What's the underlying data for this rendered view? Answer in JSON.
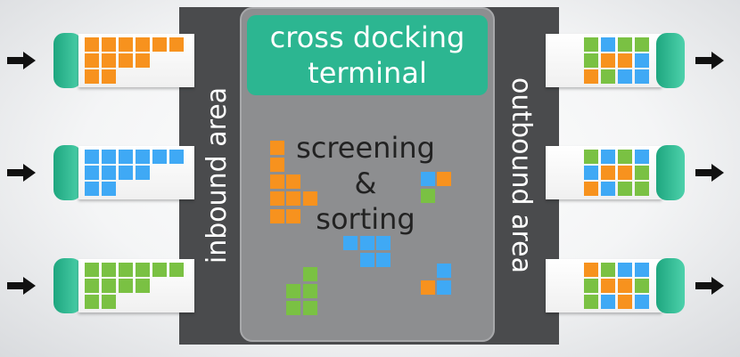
{
  "title": {
    "line1": "cross docking",
    "line2": "terminal"
  },
  "inbound_label": "inbound area",
  "outbound_label": "outbound area",
  "center_text": {
    "line1": "screening",
    "line2": "&",
    "line3": "sorting"
  },
  "colors": {
    "orange": "#f7921e",
    "blue": "#3fa9f5",
    "green": "#7ac143",
    "teal": "#2cb691",
    "dark_gray": "#4a4b4d",
    "terminal_gray": "#8d8e90"
  },
  "icons": [
    "arrow-right-icon"
  ],
  "inbound_trucks": [
    {
      "name": "inbound-truck-orange",
      "cargo": [
        "orange",
        "orange",
        "orange",
        "orange",
        "orange",
        "orange",
        "orange",
        "orange",
        "orange",
        "orange",
        "orange",
        "orange"
      ]
    },
    {
      "name": "inbound-truck-blue",
      "cargo": [
        "blue",
        "blue",
        "blue",
        "blue",
        "blue",
        "blue",
        "blue",
        "blue",
        "blue",
        "blue",
        "blue",
        "blue"
      ]
    },
    {
      "name": "inbound-truck-green",
      "cargo": [
        "green",
        "green",
        "green",
        "green",
        "green",
        "green",
        "green",
        "green",
        "green",
        "green",
        "green",
        "green"
      ]
    }
  ],
  "outbound_trucks": [
    {
      "name": "outbound-truck-1",
      "cargo": [
        "green",
        "blue",
        "green",
        "green",
        "green",
        "orange",
        "orange",
        "blue",
        "orange",
        "green",
        "blue",
        "blue"
      ]
    },
    {
      "name": "outbound-truck-2",
      "cargo": [
        "green",
        "blue",
        "green",
        "blue",
        "blue",
        "orange",
        "orange",
        "green",
        "orange",
        "blue",
        "green",
        "green"
      ]
    },
    {
      "name": "outbound-truck-3",
      "cargo": [
        "orange",
        "green",
        "blue",
        "blue",
        "green",
        "orange",
        "orange",
        "green",
        "green",
        "blue",
        "orange",
        "blue"
      ]
    }
  ]
}
